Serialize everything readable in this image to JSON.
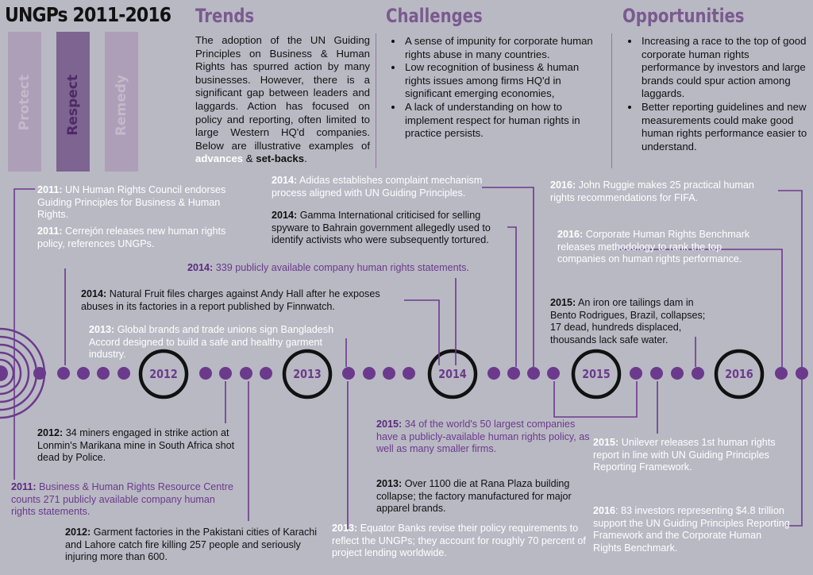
{
  "title": "UNGPs 2011-2016",
  "pillars": [
    "Protect",
    "Respect",
    "Remedy"
  ],
  "trends": {
    "heading": "Trends",
    "body": "The adoption of the UN Guiding Principles on Business & Human Rights has spurred action by many businesses. However, there is a significant gap between leaders and laggards. Action has focused on policy and reporting, often limited to large Western HQ'd companies. Below are illustrative examples of ",
    "advances": "advances",
    "amp": " & ",
    "setbacks": "set-backs",
    "period": "."
  },
  "challenges": {
    "heading": "Challenges",
    "items": [
      "A sense of impunity for corporate human rights abuse in many countries.",
      "Low recognition of business & human rights issues among firms HQ'd in significant emerging economies,",
      "A lack of understanding on how to implement respect for human rights in practice persists."
    ]
  },
  "opportunities": {
    "heading": "Opportunities",
    "items": [
      "Increasing a race to the top of good corporate human rights performance by investors and large brands could spur action among laggards.",
      "Better reporting guidelines and new measurements could make good human rights performance easier to understand."
    ]
  },
  "years": [
    "2012",
    "2013",
    "2014",
    "2015",
    "2016"
  ],
  "events": {
    "e2011a": {
      "year": "2011:",
      "text": " UN Human Rights Council endorses Guiding Principles for Business & Human Rights."
    },
    "e2011b": {
      "year": "2011:",
      "text": " Cerrejón releases new human rights policy, references UNGPs."
    },
    "e2014a": {
      "year": "2014:",
      "text": " Adidas establishes complaint mechanism process aligned with UN Guiding Principles."
    },
    "e2014b": {
      "year": "2014:",
      "text": "  Gamma International criticised for selling spyware to Bahrain government allegedly used to identify activists who were subsequently tortured."
    },
    "e2014c": {
      "year": "2014:",
      "text": " 339 publicly available company human rights statements."
    },
    "e2014d": {
      "year": "2014:",
      "text": " Natural Fruit files charges against Andy Hall after he exposes abuses in its factories in a report published by Finnwatch."
    },
    "e2013a": {
      "year": "2013:",
      "text": "  Global brands and trade unions sign Bangladesh Accord designed to build a safe and healthy garment industry."
    },
    "e2016a": {
      "year": "2016:",
      "text": " John Ruggie makes 25 practical human rights recommendations for FIFA."
    },
    "e2016b": {
      "year": "2016:",
      "text": " Corporate Human Rights Benchmark releases methodology to rank the top companies on human rights performance."
    },
    "e2015a": {
      "year": "2015:",
      "text": " An iron ore tailings dam in Bento Rodrigues, Brazil, collapses; 17 dead, hundreds displaced, thousands lack safe water."
    },
    "e2012a": {
      "year": "2012:",
      "text": " 34 miners engaged in strike action at Lonmin's Marikana mine in South Africa shot dead by Police."
    },
    "e2011c": {
      "year": "2011:",
      "text": " Business & Human Rights Resource Centre counts 271 publicly available company human rights statements."
    },
    "e2012b": {
      "year": "2012:",
      "text": " Garment factories in the Pakistani cities of Karachi and Lahore catch fire killing 257 people and seriously injuring more than 600."
    },
    "e2015b": {
      "year": "2015:",
      "text": " 34 of the world's 50 largest companies have a publicly-available human rights policy, as well as many smaller firms."
    },
    "e2013b": {
      "year": "2013:",
      "text": " Over 1100 die at Rana Plaza building collapse; the factory manufactured for major apparel brands."
    },
    "e2013c": {
      "year": "2013:",
      "text": " Equator Banks revise their policy requirements to reflect the UNGPs; they account for roughly 70 percent of project lending worldwide."
    },
    "e2015c": {
      "year": "2015:",
      "text": " Unilever releases 1st human rights report in line with UN Guiding Principles Reporting Framework."
    },
    "e2016c": {
      "year": "2016",
      "text": ": 83 investors representing $4.8 trillion support the UN Guiding Principles Reporting Framework and the Corporate Human Rights Benchmark."
    }
  },
  "colors": {
    "purple": "#6b3a8c",
    "background": "#b9b9c4",
    "pillar": "#ae9fb8",
    "pillar_active": "#7d6491"
  }
}
